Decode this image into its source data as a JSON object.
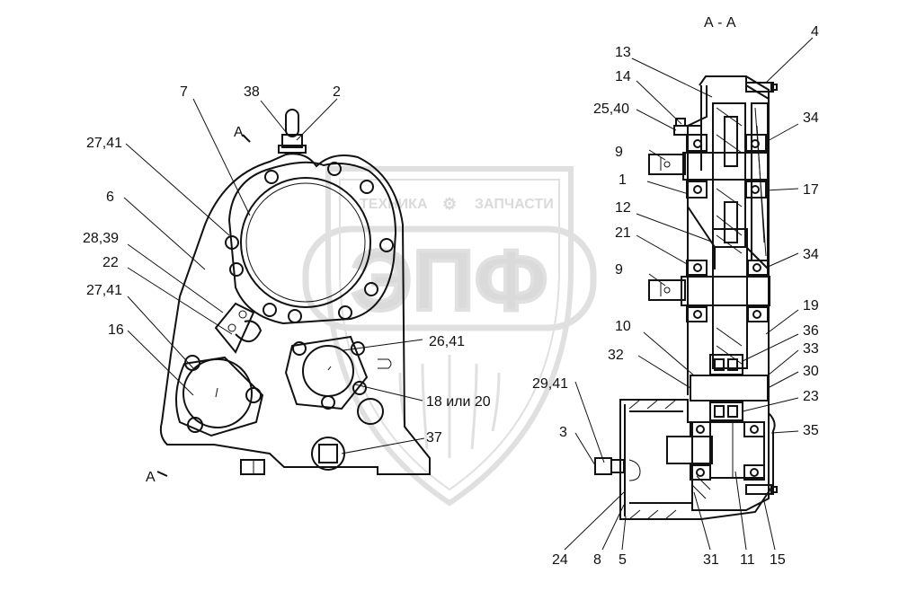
{
  "section_title": "А - А",
  "section_marks": [
    "А",
    "А"
  ],
  "watermark": {
    "top_left": "ТЕХНИКА",
    "top_right": "ЗАПЧАСТИ",
    "main": "ЭПФ"
  },
  "callouts_front": [
    "7",
    "38",
    "2",
    "27,41",
    "6",
    "28,39",
    "22",
    "27,41",
    "16",
    "26,41",
    "18 или 20",
    "37"
  ],
  "callouts_section": [
    "13",
    "4",
    "14",
    "25,40",
    "34",
    "9",
    "1",
    "17",
    "12",
    "21",
    "34",
    "9",
    "19",
    "10",
    "36",
    "32",
    "33",
    "30",
    "29,41",
    "23",
    "3",
    "35",
    "24",
    "8",
    "5",
    "31",
    "11",
    "15"
  ],
  "colors": {
    "line": "#111111",
    "watermark": "#c8c8c8"
  }
}
